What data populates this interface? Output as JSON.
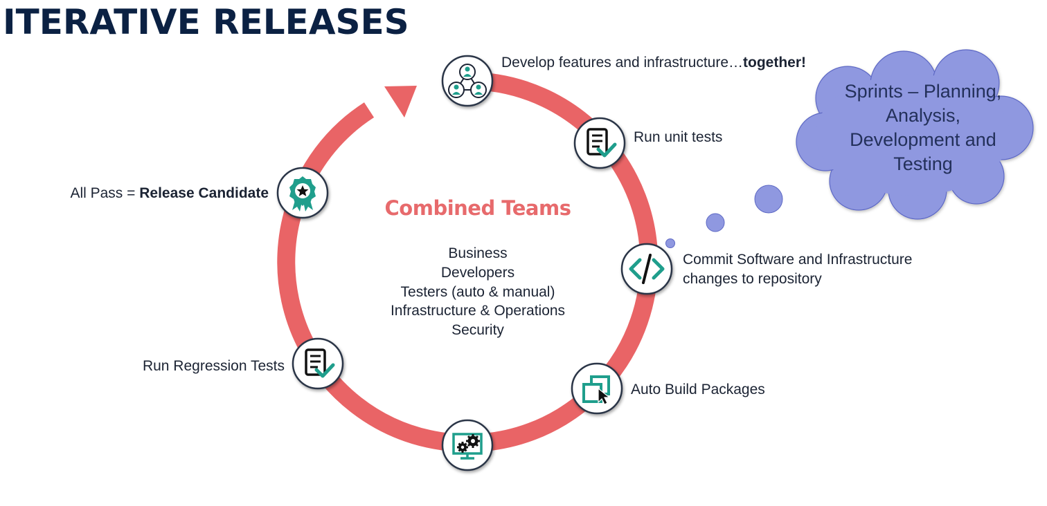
{
  "title": "ITERATIVE RELEASES",
  "cycle": {
    "center_title": "Combined Teams",
    "teams": [
      "Business",
      "Developers",
      "Testers (auto & manual)",
      "Infrastructure & Operations",
      "Security"
    ],
    "ring_color": "#e96466",
    "icon_color": "#1f9e8c",
    "steps": [
      {
        "icon": "team-network-icon",
        "label_prefix": "Develop features and infrastructure…",
        "label_bold": "together!"
      },
      {
        "icon": "checklist-icon",
        "label": "Run unit tests"
      },
      {
        "icon": "code-icon",
        "label_line1": "Commit Software and Infrastructure",
        "label_line2": "changes to repository"
      },
      {
        "icon": "build-package-icon",
        "label": "Auto Build Packages"
      },
      {
        "icon": "monitor-gears-icon",
        "label": ""
      },
      {
        "icon": "checklist-icon",
        "label": "Run Regression Tests"
      },
      {
        "icon": "award-ribbon-icon",
        "label_prefix": "All Pass = ",
        "label_bold": "Release Candidate"
      }
    ]
  },
  "thought_cloud": {
    "lines": [
      "Sprints – Planning,",
      "Analysis,",
      "Development and",
      "Testing"
    ],
    "fill": "#8f98e0"
  }
}
